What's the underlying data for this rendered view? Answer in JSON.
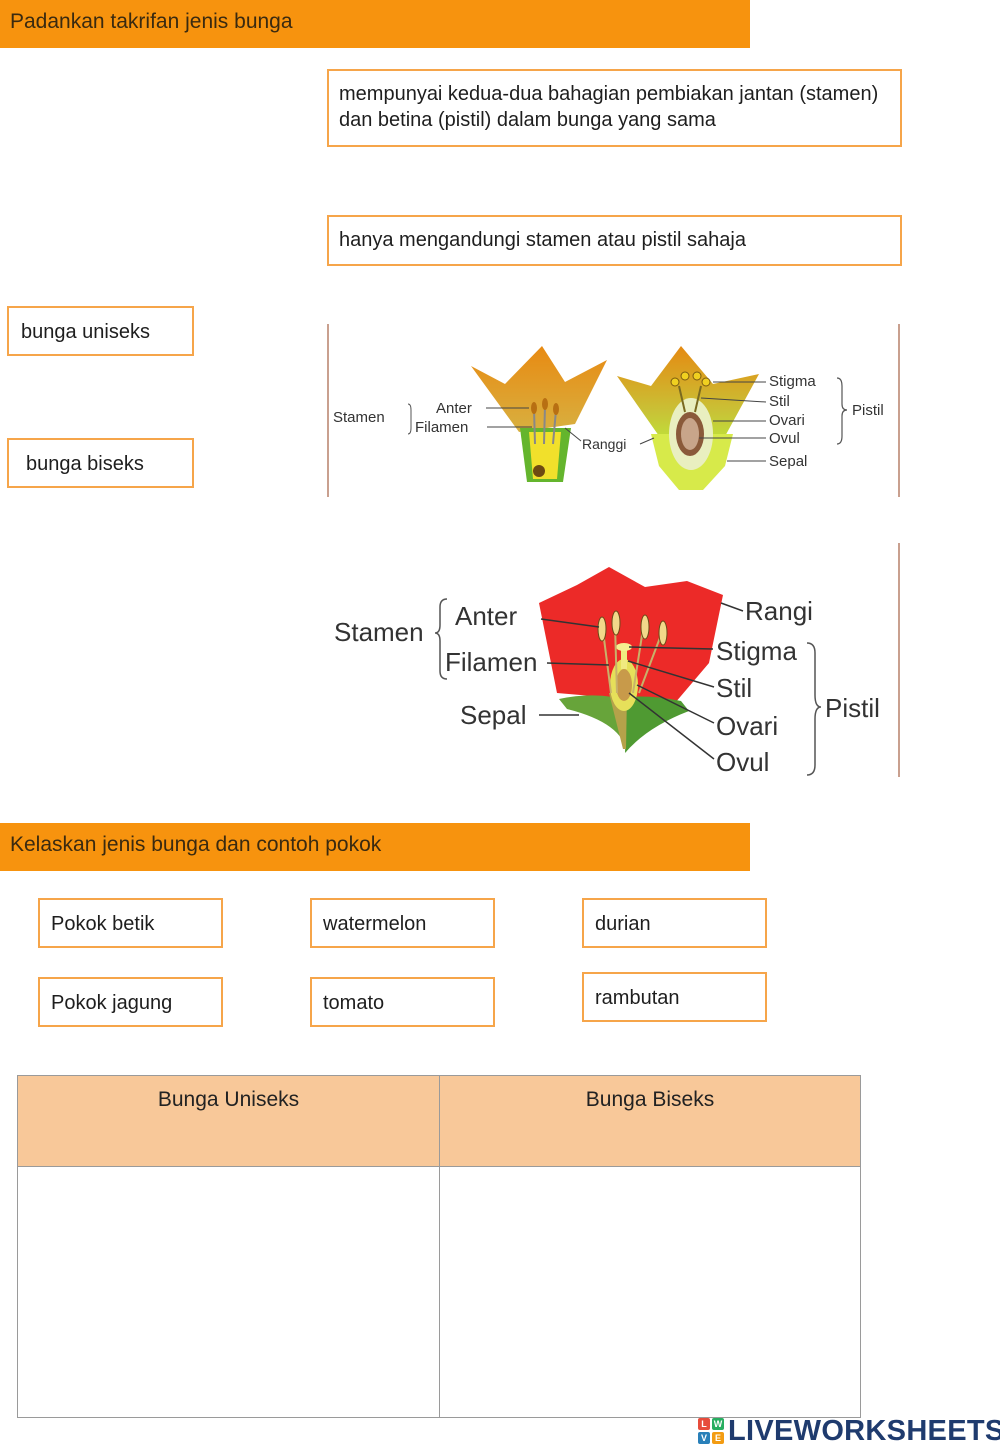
{
  "section1": {
    "title": "Padankan takrifan jenis bunga",
    "definitions": [
      "mempunyai kedua-dua bahagian pembiakan jantan (stamen) dan betina (pistil) dalam bunga yang sama",
      "hanya mengandungi stamen atau pistil sahaja"
    ],
    "labels": [
      "bunga uniseks",
      "bunga biseks"
    ],
    "diagram1": {
      "stamen": "Stamen",
      "anter": "Anter",
      "filamen": "Filamen",
      "ranggi": "Ranggi",
      "stigma": "Stigma",
      "stil": "Stil",
      "ovari": "Ovari",
      "ovul": "Ovul",
      "sepal": "Sepal",
      "pistil": "Pistil"
    },
    "diagram2": {
      "stamen": "Stamen",
      "anter": "Anter",
      "filamen": "Filamen",
      "sepal": "Sepal",
      "rangi": "Rangi",
      "stigma": "Stigma",
      "stil": "Stil",
      "ovari": "Ovari",
      "ovul": "Ovul",
      "pistil": "Pistil"
    }
  },
  "section2": {
    "title": "Kelaskan jenis bunga dan contoh pokok",
    "items": [
      "Pokok betik",
      "watermelon",
      "durian",
      "Pokok jagung",
      "tomato",
      "rambutan"
    ],
    "table": {
      "headers": [
        "Bunga Uniseks",
        "Bunga Biseks"
      ]
    }
  },
  "footer": {
    "logo_text": "LIVEWORKSHEETS",
    "logo_icon_letters": [
      "L",
      "W",
      "V",
      "E"
    ]
  },
  "colors": {
    "section_bar": "#f7930e",
    "box_border": "#f6a54a",
    "table_header": "#f8c899",
    "logo_text": "#1f3b6e"
  }
}
